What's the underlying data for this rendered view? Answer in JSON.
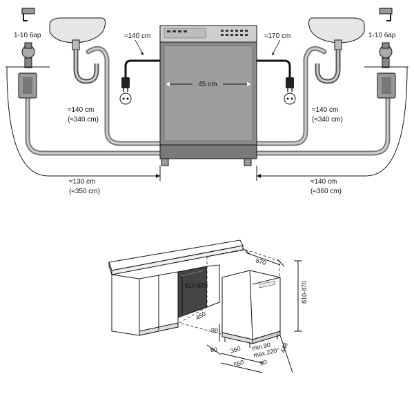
{
  "top": {
    "faucet_pressure_left": "1-10 бар",
    "faucet_pressure_right": "1-10 бар",
    "cord_left": "≈140 cm",
    "cord_right": "≈170 cm",
    "width": "45 cm",
    "drain_left": "≈140 cm",
    "drain_left_alt": "(≈340 cm)",
    "drain_right": "≈140 cm",
    "drain_right_alt": "(≈340 cm)",
    "inlet_left": "≈130 cm",
    "inlet_left_alt": "(≈350 cm)",
    "inlet_right": "≈140 cm",
    "inlet_right_alt": "(≈360 cm)"
  },
  "bottom": {
    "depth_570": "570",
    "height_range_right": "810-870",
    "height_range_opening": "810-870",
    "opening_450": "450",
    "plinth_90": "90",
    "plinth_60": "60",
    "d360": "360",
    "d550": "550",
    "d90": "90",
    "min90": "min.90",
    "max220": "max.220°",
    "d448": "448"
  }
}
